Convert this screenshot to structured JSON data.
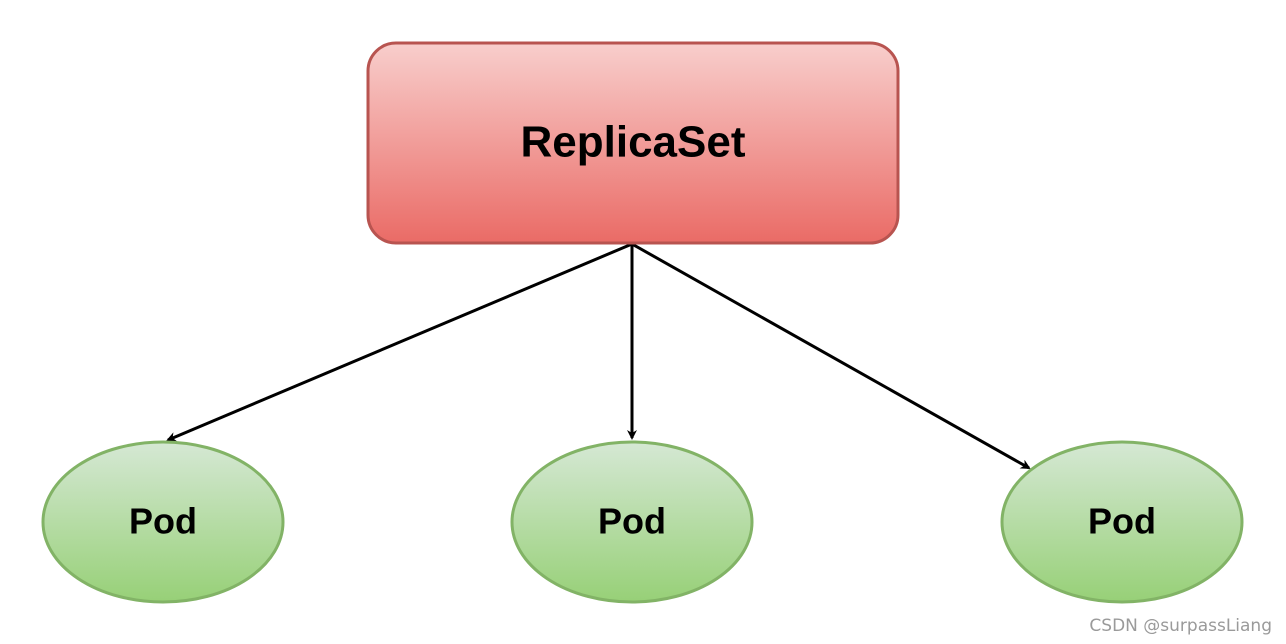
{
  "diagram": {
    "root": {
      "label": "ReplicaSet",
      "fill_top": "#f8cecc",
      "fill_bottom": "#ea6b66",
      "stroke": "#b85450"
    },
    "children": [
      {
        "label": "Pod"
      },
      {
        "label": "Pod"
      },
      {
        "label": "Pod"
      }
    ],
    "child_style": {
      "fill_top": "#d5e8d4",
      "fill_bottom": "#97d077",
      "stroke": "#82b366"
    },
    "edge_color": "#000000"
  },
  "watermark": "CSDN @surpassLiang"
}
